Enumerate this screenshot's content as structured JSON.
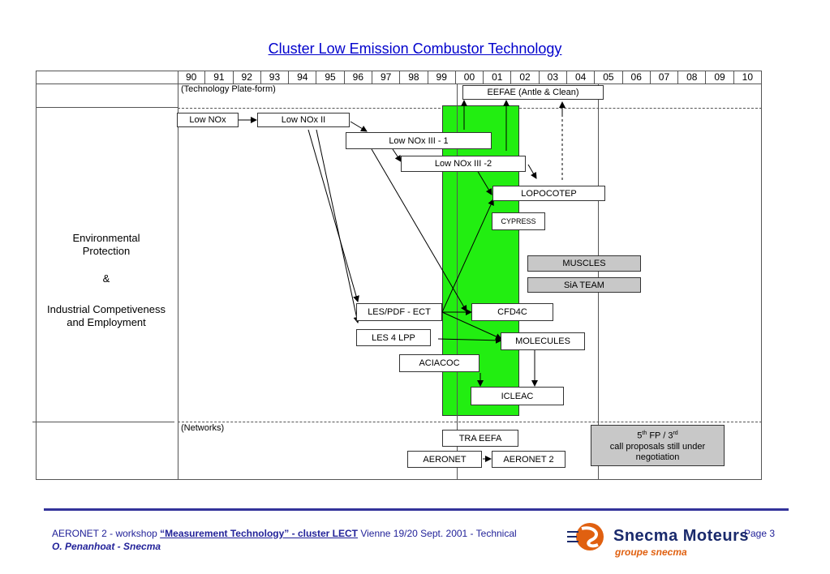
{
  "title": "Cluster Low Emission Combustor Technology",
  "years": [
    "90",
    "91",
    "92",
    "93",
    "94",
    "95",
    "96",
    "97",
    "98",
    "99",
    "00",
    "01",
    "02",
    "03",
    "04",
    "05",
    "06",
    "07",
    "08",
    "09",
    "10"
  ],
  "sections": {
    "platform_label": "(Technology Plate-form)",
    "networks_label": "(Networks)"
  },
  "left_label": {
    "line1": "Environmental",
    "line2": "Protection",
    "line3": "&",
    "line4": "Industrial Competiveness",
    "line5": "and Employment"
  },
  "boxes": {
    "eefae": "EEFAE (Antle & Clean)",
    "low_nox": "Low NOx",
    "low_nox_2": "Low NOx II",
    "low_nox_3_1": "Low NOx III - 1",
    "low_nox_3_2": "Low NOx III -2",
    "lopocotep": "LOPOCOTEP",
    "cypress": "CYPRESS",
    "muscles": "MUSCLES",
    "sia_team": "SiA TEAM",
    "les_pdf": "LES/PDF - ECT",
    "cfd4c": "CFD4C",
    "les_4_lpp": "LES 4 LPP",
    "molecules": "MOLECULES",
    "aciacoc": "ACIACOC",
    "icleac": "ICLEAC",
    "tra_eefa": "TRA EEFA",
    "aeronet": "AERONET",
    "aeronet_2": "AERONET 2"
  },
  "fp5_note": {
    "line1_pre": "5",
    "line1_sup1": "th",
    "line1_mid": " FP / 3",
    "line1_sup2": "rd",
    "line2": "call proposals still under",
    "line3": "negotiation"
  },
  "footer": {
    "prefix": "AERONET 2  - workshop ",
    "workshop": "“Measurement Technology” - cluster LECT",
    "suffix": "  Vienne 19/20 Sept. 2001 - Technical",
    "author": "O. Penanhoat - Snecma",
    "page": "Page 3"
  },
  "logo": {
    "name": "Snecma Moteurs",
    "sub": "groupe snecma"
  },
  "colors": {
    "title": "#0000cc",
    "highlight": "#22ee11",
    "grey_box": "#c8c8c8",
    "footer": "#222299",
    "logo_orange": "#e06010"
  }
}
